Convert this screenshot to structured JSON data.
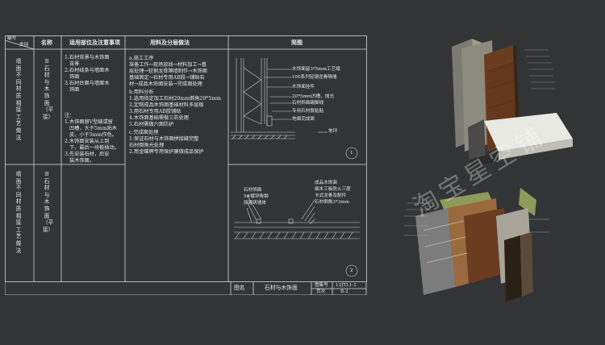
{
  "table": {
    "headers": {
      "number": "编号",
      "category": "类别",
      "name": "名称",
      "scope": "适用部位及注意事项",
      "materials": "用料及分层做法",
      "sketch": "简图"
    },
    "row1": {
      "category": "墙面不同材质相接工艺做法",
      "name": "B石材与木饰面（平接）",
      "scope": [
        "1.石材背景与木饰面",
        "背景",
        "2.石材线条与墙面木",
        "饰面",
        "3.石材台面与墙面木",
        "饰面"
      ],
      "notes": [
        "注：",
        "1.木饰面留V型缝或留",
        "凹槽，大于5mm贴木",
        "皮，小于5mm作色。",
        "2.木饰面安装从上到",
        "下，最后一块板插动。",
        "3.先安装石材，后安",
        "装木饰面。"
      ]
    },
    "row2": {
      "category": "墙面不同材质相接工艺做法",
      "name": "B石材与木饰面（平接）"
    },
    "materials": [
      "a.施工工序",
      "准备工作→现场放线→材料加工→基",
      "层处理→轻钢龙骨隔墙制作→木饰面",
      "基础固定→石材专用AB胶→铺贴石",
      "材→成品木饰面安装→完成面处理",
      "b.用料分析",
      "1.选用指定加工石材20mm倒角20*5mm",
      "2.定制成品木饰面基础材料多层板",
      "3.用石材专用AB胶铺贴",
      "4.木饰面基础需做三防处理",
      "5.石材需做六面防护",
      "c.完成面处理",
      "1.保证石材与木饰面拼接缝完整",
      "石材倒角光处理",
      "2.用金蝶牌专用保护膜做成品保护"
    ],
    "sketch1": {
      "labels": [
        "木饰面留3*5mm工艺缝",
        "100系列轻钢龙骨隔墙",
        "木饰面挂件",
        "20*5mm凹槽，抛光",
        "石材饰面踢脚线",
        "专用石材胶粘贴",
        "地面完成面"
      ],
      "floor": "地坪",
      "number": "1"
    },
    "sketch2": {
      "left_labels": [
        "石材饰面",
        "5#镀锌角钢",
        "原建筑墙体"
      ],
      "right_labels": [
        "成品木饰面",
        "细木工板防火三度",
        "卡式龙骨及配件",
        "石材倒角3*3mm"
      ],
      "number": "2"
    },
    "footer": {
      "drawing_name_label": "图名",
      "drawing_name": "石材与木饰面",
      "sheet_no_label": "图集号",
      "sheet_no": "13JTL1-1",
      "page_label": "页次",
      "page": "B-2"
    }
  },
  "watermark": "淘宝星空铺",
  "colors": {
    "background": "#333436",
    "lines": "#d8d8d8",
    "wood": "#6e3f22",
    "stone": "#c8c8c0"
  }
}
